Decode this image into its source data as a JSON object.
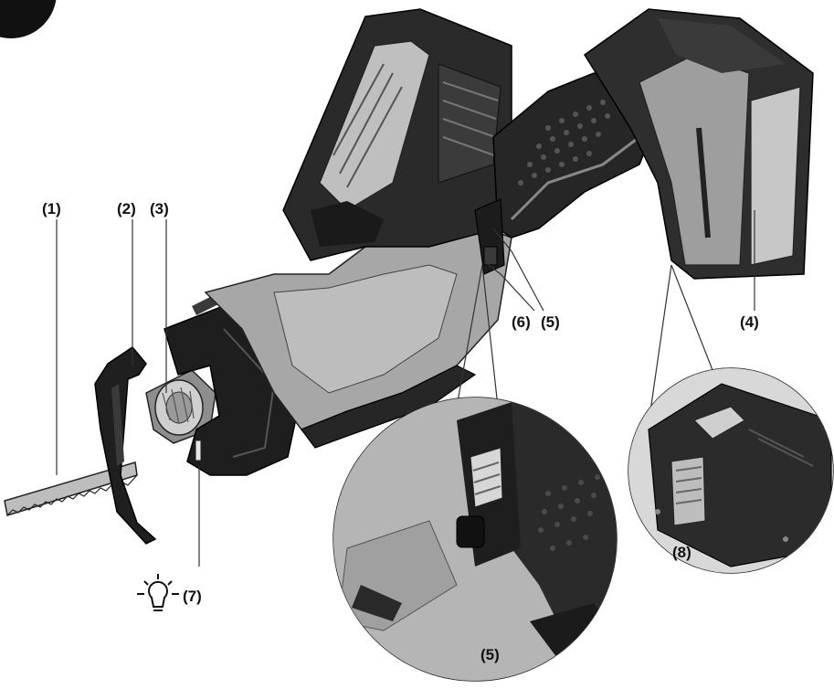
{
  "colors": {
    "tool_dark": "#2b2b2b",
    "tool_black": "#1a1a1a",
    "tool_grey": "#9a9a9a",
    "tool_light": "#c9c9c9",
    "blade": "#b8b8b8",
    "callout_text": "#111111",
    "leader_line": "#333333"
  },
  "callouts": {
    "c1": "(1)",
    "c2": "(2)",
    "c3": "(3)",
    "c4": "(4)",
    "c5_top": "(5)",
    "c6": "(6)",
    "c5_detail": "(5)",
    "c7": "(7)",
    "c8": "(8)"
  },
  "icons": {
    "corner": "black-circle-badge-icon",
    "worklight": "light-bulb-icon"
  }
}
